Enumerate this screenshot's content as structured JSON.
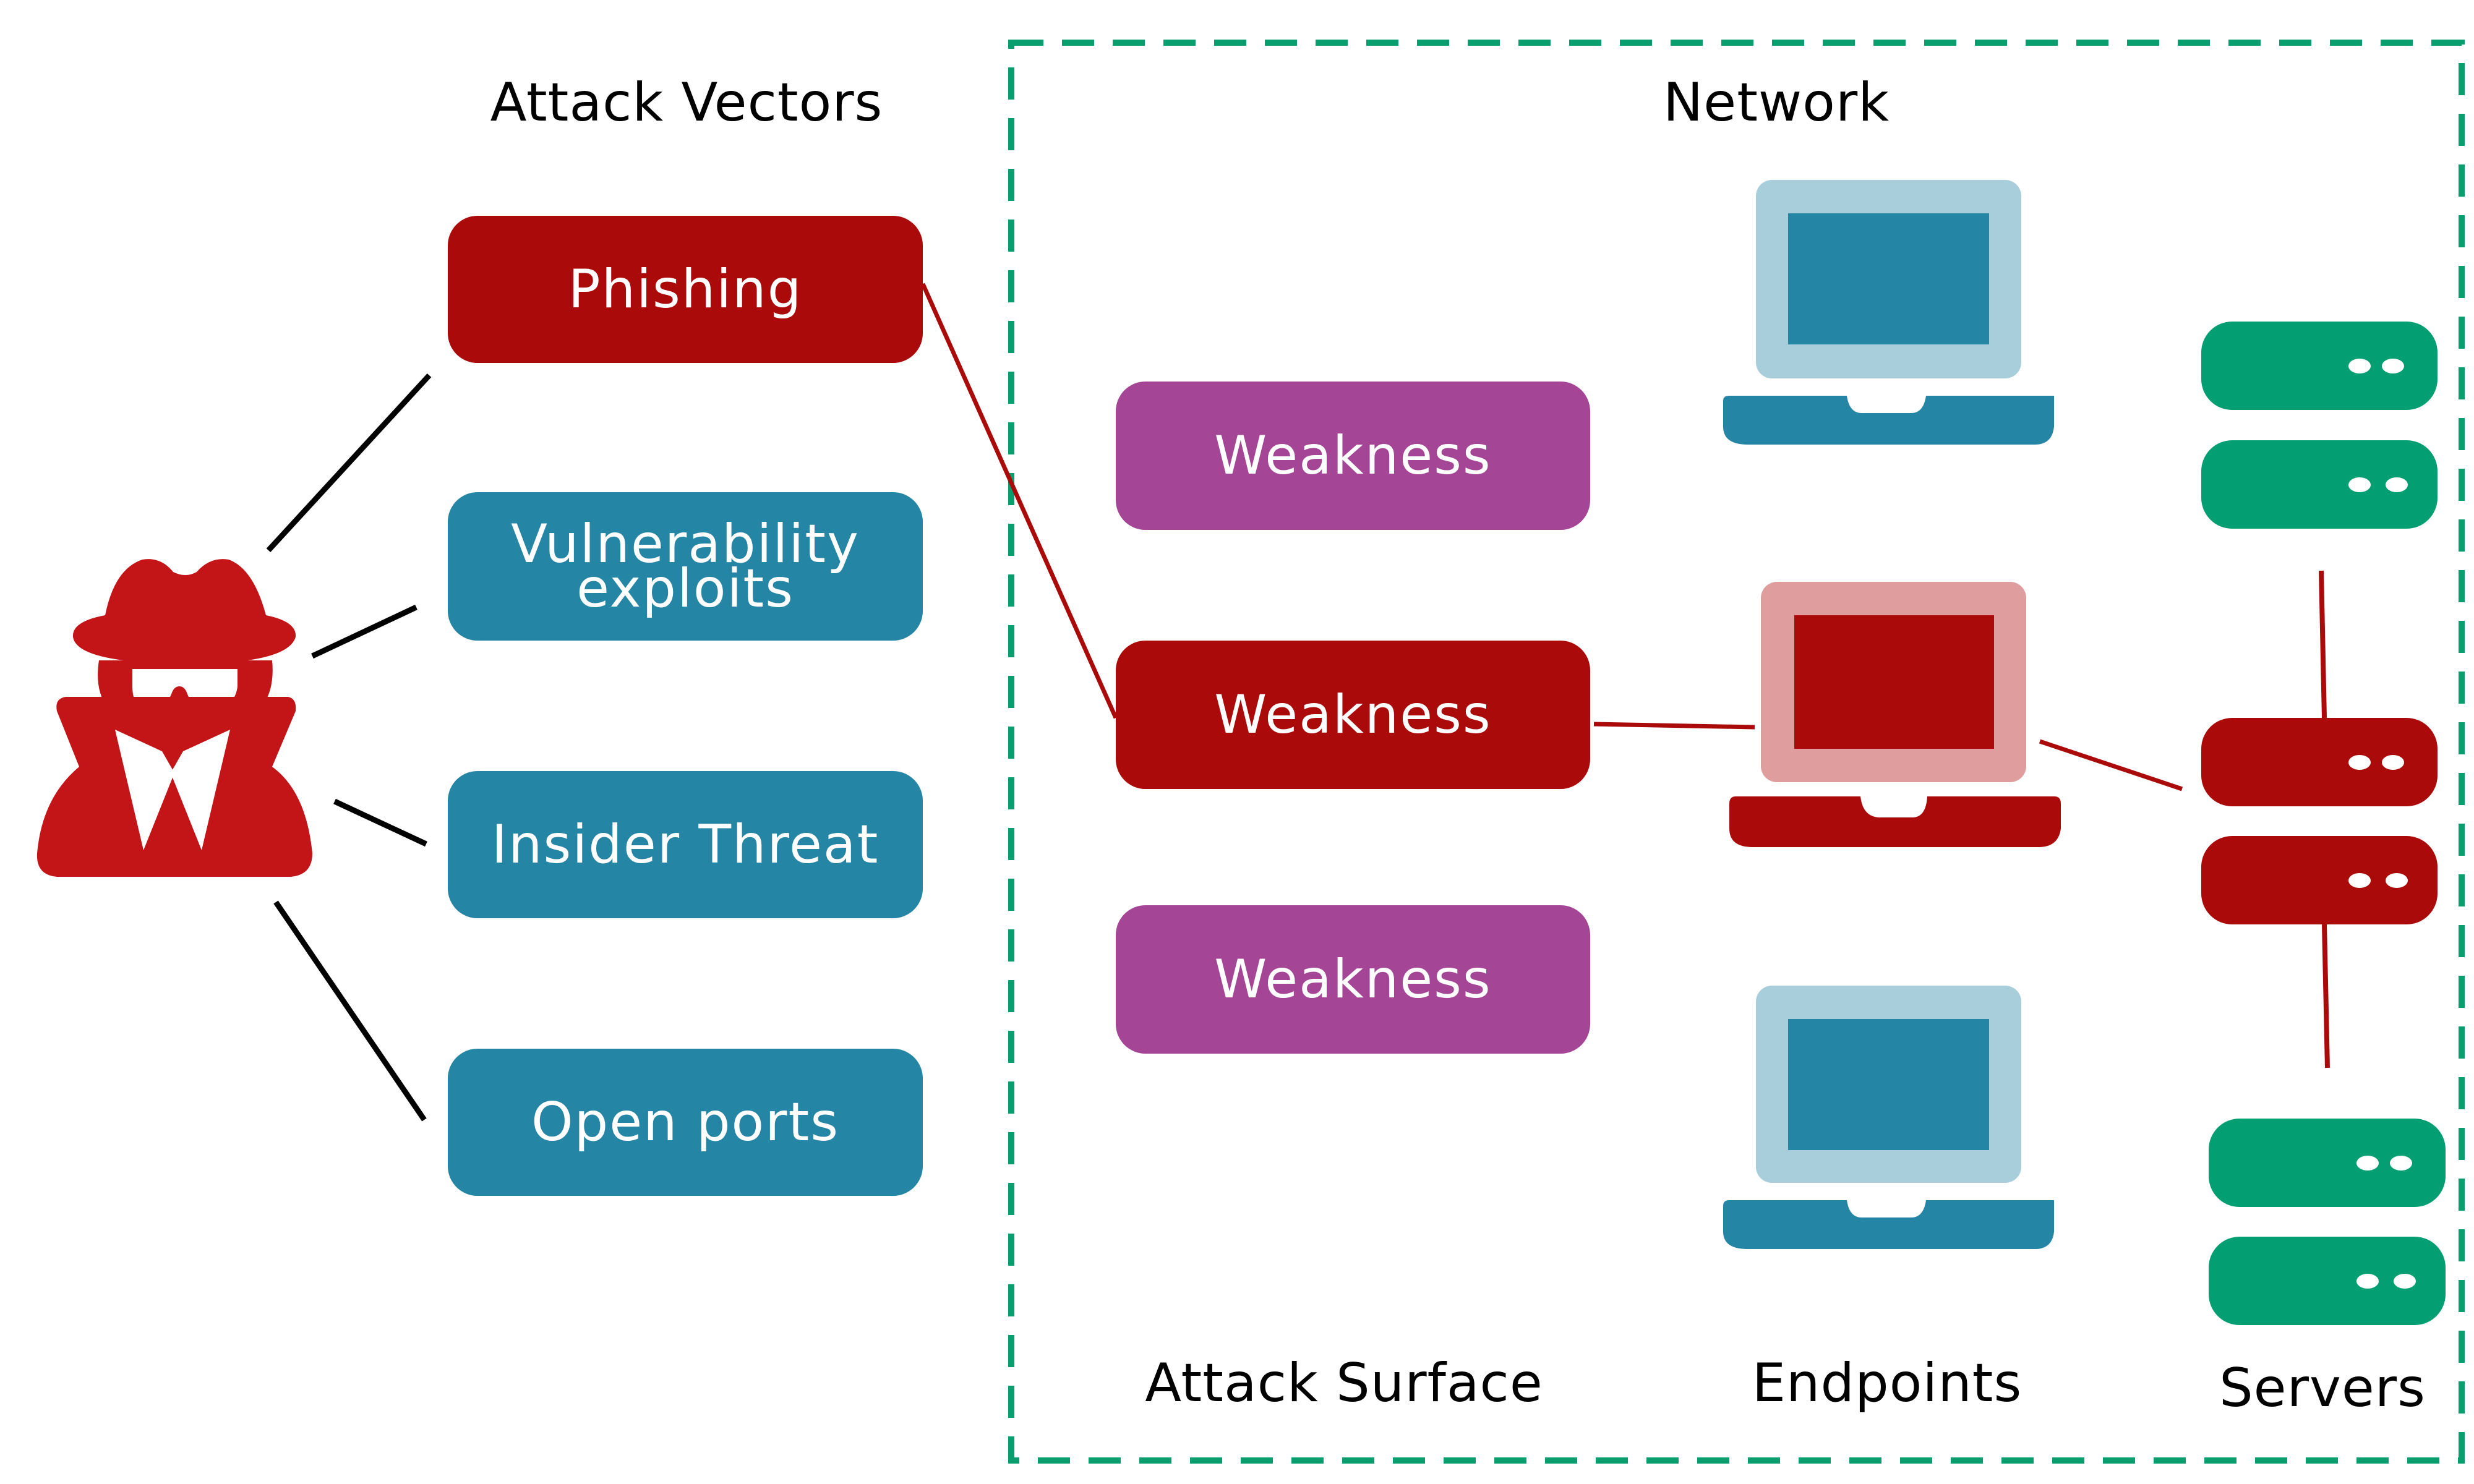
{
  "titles": {
    "attack_vectors": "Attack Vectors",
    "network": "Network"
  },
  "attack_vectors": [
    {
      "label": "Phishing",
      "state": "active",
      "color": "#ab0a0a"
    },
    {
      "label": "Vulnerability exploits",
      "line1": "Vulnerability",
      "line2": "exploits",
      "state": "normal",
      "color": "#2585a5"
    },
    {
      "label": "Insider Threat",
      "state": "normal",
      "color": "#2585a5"
    },
    {
      "label": "Open ports",
      "state": "normal",
      "color": "#2585a5"
    }
  ],
  "attack_surface": {
    "label": "Attack Surface",
    "items": [
      {
        "label": "Weakness",
        "state": "normal",
        "color": "#a44596"
      },
      {
        "label": "Weakness",
        "state": "exploited",
        "color": "#ab0a0a"
      },
      {
        "label": "Weakness",
        "state": "normal",
        "color": "#a44596"
      }
    ]
  },
  "endpoints": {
    "label": "Endpoints",
    "items": [
      {
        "icon": "laptop-icon",
        "state": "normal"
      },
      {
        "icon": "laptop-icon",
        "state": "compromised"
      },
      {
        "icon": "laptop-icon",
        "state": "normal"
      }
    ]
  },
  "servers": {
    "label": "Servers",
    "items": [
      {
        "icon": "server-icon",
        "state": "normal"
      },
      {
        "icon": "server-icon",
        "state": "compromised"
      },
      {
        "icon": "server-icon",
        "state": "normal"
      }
    ]
  },
  "actor": {
    "icon": "hacker-spy-icon",
    "color": "#c31517"
  },
  "colors": {
    "attack_red": "#ab0a0a",
    "actor_red": "#c31517",
    "vector_teal": "#2585a5",
    "weakness_purple": "#a44596",
    "server_green": "#039e72",
    "network_border_green": "#089e6e",
    "laptop_light_blue": "#a8cddb",
    "laptop_light_red": "#df9d9e"
  }
}
